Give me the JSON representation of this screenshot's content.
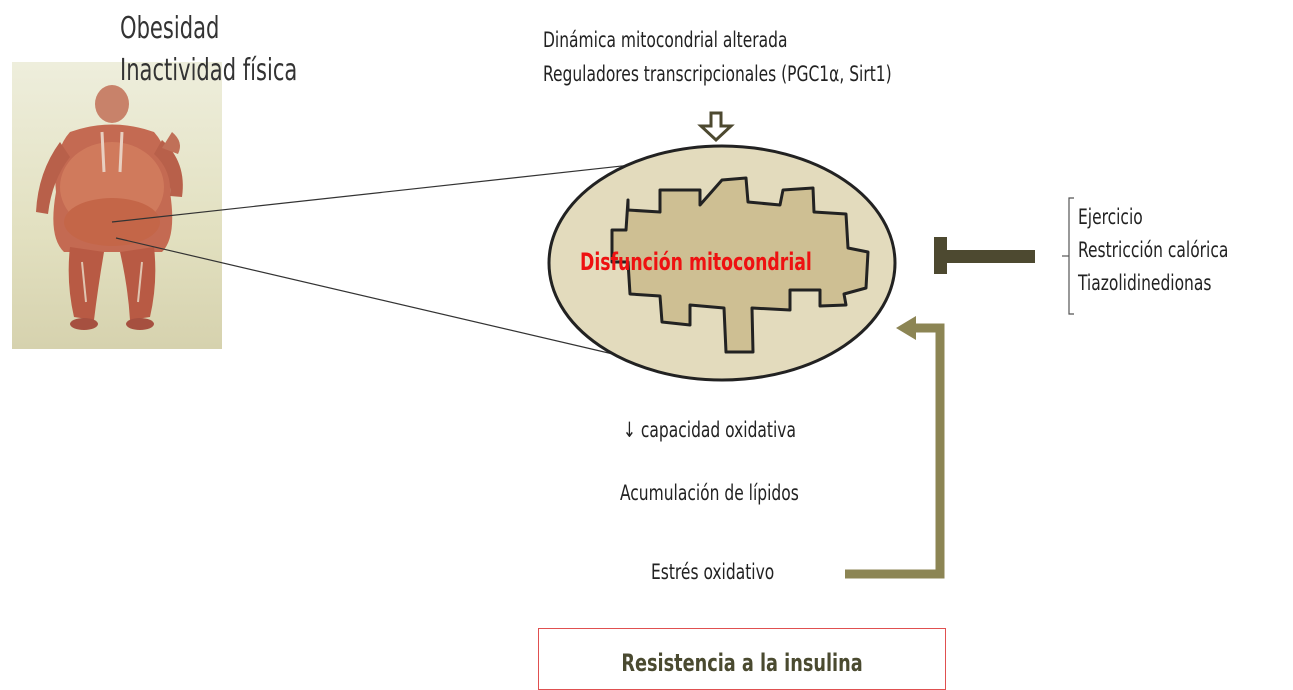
{
  "risk_factors": [
    "Obesidad",
    "Inactividad física"
  ],
  "top_factors": [
    "Dinámica mitocondrial alterada",
    "Reguladores transcripcionales (PGC1α, Sirt1)"
  ],
  "center_label": "Disfunción mitocondrial",
  "therapies": [
    "Ejercicio",
    "Restricción calórica",
    "Tiazolidinedionas"
  ],
  "effects": [
    "↓ capacidad oxidativa",
    "Acumulación de lípidos",
    "Estrés oxidativo"
  ],
  "outcome": "Resistencia a la insulina",
  "colors": {
    "mitochondria_outer": "#e3dbbd",
    "mitochondria_inner": "#cebf93",
    "feedback_arrow": "#8c8554",
    "inhibitor": "#4d4930",
    "center_text": "#ee1111",
    "outcome_border": "#e05050"
  },
  "icons": {
    "down_arrow": "hollow-down-arrow-icon",
    "inhibitor": "t-bar-inhibitor-icon",
    "feedback": "feedback-arrow-icon",
    "figure": "obese-human-figure-image"
  }
}
